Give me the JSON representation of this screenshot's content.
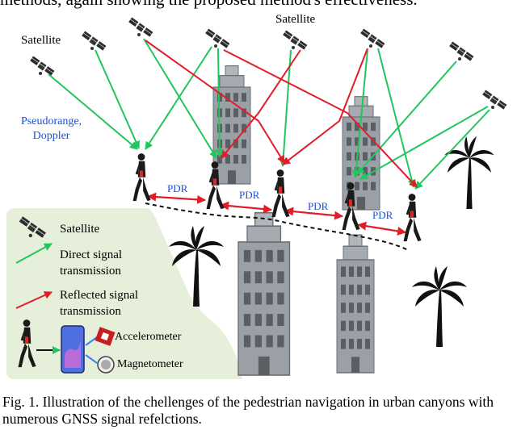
{
  "header_fragment": "methods, again showing the proposed method's effectiveness.",
  "figure": {
    "labels": {
      "satellite_left": "Satellite",
      "satellite_top": "Satellite",
      "measurement": "Pseudorange,\nDoppler",
      "pdr_1": "PDR",
      "pdr_2": "PDR",
      "pdr_3": "PDR",
      "pdr_4": "PDR"
    },
    "legend": {
      "satellite": "Satellite",
      "direct": "Direct signal\ntransmission",
      "reflected": "Reflected signal\ntransmission",
      "accelerometer": "Accelerometer",
      "magnetometer": "Magnetometer"
    },
    "colors": {
      "direct": "#22c55e",
      "reflected": "#e11d2a",
      "pdr_text": "#1d4ed8",
      "legend_bg": "#e6efd9",
      "building": "#8a8f94"
    }
  },
  "caption": "Fig. 1.  Illustration of the chellenges of the pedestrian navigation in urban canyons with numerous GNSS signal refelctions."
}
